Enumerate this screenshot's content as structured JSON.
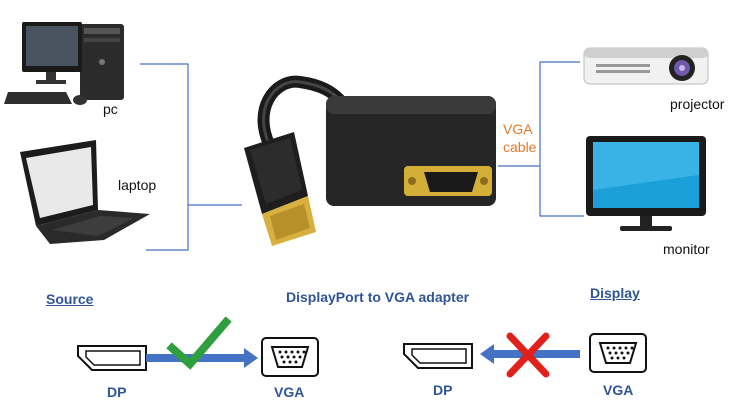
{
  "devices": {
    "pc": "pc",
    "laptop": "laptop",
    "projector": "projector",
    "monitor": "monitor"
  },
  "cable_label": [
    "VGA",
    "cable"
  ],
  "headings": {
    "source": "Source",
    "adapter": "DisplayPort to VGA adapter",
    "display": "Display"
  },
  "ports": {
    "left_dp": "DP",
    "left_vga": "VGA",
    "right_dp": "DP",
    "right_vga": "VGA"
  },
  "colors": {
    "connector_lines": "#4472c4",
    "arrow": "#4472c4",
    "check": "#2e9e3e",
    "cross": "#e0201b",
    "heading_text": "#2f5597",
    "cable_text": "#e07a2c"
  },
  "compatibility": {
    "dp_to_vga": "supported",
    "vga_to_dp": "not supported"
  }
}
